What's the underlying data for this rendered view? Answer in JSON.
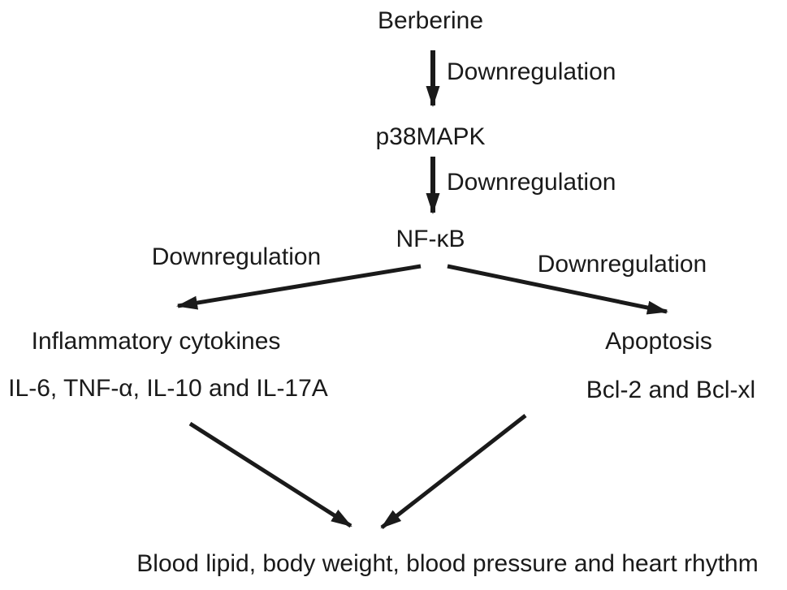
{
  "diagram": {
    "type": "pathway-flowchart",
    "nodes": {
      "berberine": "Berberine",
      "p38mapk": "p38MAPK",
      "nfkb": "NF-κB",
      "inflammatory_cytokines": "Inflammatory cytokines",
      "inflammatory_list": "IL-6, TNF-α, IL-10 and IL-17A",
      "apoptosis": "Apoptosis",
      "apoptosis_list": "Bcl-2 and Bcl-xl",
      "outcome": "Blood lipid, body weight, blood pressure and heart rhythm"
    },
    "edges": [
      {
        "from": "berberine",
        "to": "p38mapk",
        "label": "Downregulation"
      },
      {
        "from": "p38mapk",
        "to": "nfkb",
        "label": "Downregulation"
      },
      {
        "from": "nfkb",
        "to": "inflammatory_cytokines",
        "label": "Downregulation"
      },
      {
        "from": "nfkb",
        "to": "apoptosis",
        "label": "Downregulation"
      },
      {
        "from": "inflammatory_list",
        "to": "outcome",
        "label": ""
      },
      {
        "from": "apoptosis_list",
        "to": "outcome",
        "label": ""
      }
    ],
    "colors": {
      "ink": "#1a1a1a",
      "background": "#ffffff"
    }
  }
}
